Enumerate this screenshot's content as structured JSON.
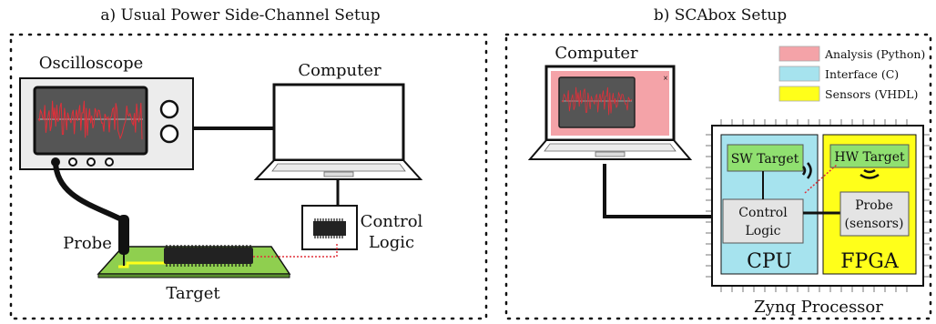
{
  "panel_a": {
    "title": "a) Usual Power Side-Channel Setup",
    "oscilloscope": "Oscilloscope",
    "computer": "Computer",
    "probe": "Probe",
    "target": "Target",
    "control_logic_line1": "Control",
    "control_logic_line2": "Logic"
  },
  "panel_b": {
    "title": "b) SCAbox Setup",
    "computer": "Computer",
    "sw_target": "SW Target",
    "hw_target": "HW Target",
    "control_logic_line1": "Control",
    "control_logic_line2": "Logic",
    "probe_line1": "Probe",
    "probe_line2": "(sensors)",
    "cpu": "CPU",
    "fpga": "FPGA",
    "zynq": "Zynq Processor"
  },
  "legend": [
    {
      "label": "Analysis (Python)",
      "color": "#f4a3a8"
    },
    {
      "label": "Interface (C)",
      "color": "#a6e3ee"
    },
    {
      "label": "Sensors (VHDL)",
      "color": "#ffff1a"
    }
  ],
  "colors": {
    "pcb": "#8fcf4f",
    "screen": "#555555",
    "signal": "#e0303a",
    "chip": "#222222",
    "cpu": "#a6e3ee",
    "fpga": "#ffff1a",
    "target_box": "#90e070",
    "gray_box": "#e4e4e4",
    "laptop_screen_pink": "#f4a3a8"
  }
}
